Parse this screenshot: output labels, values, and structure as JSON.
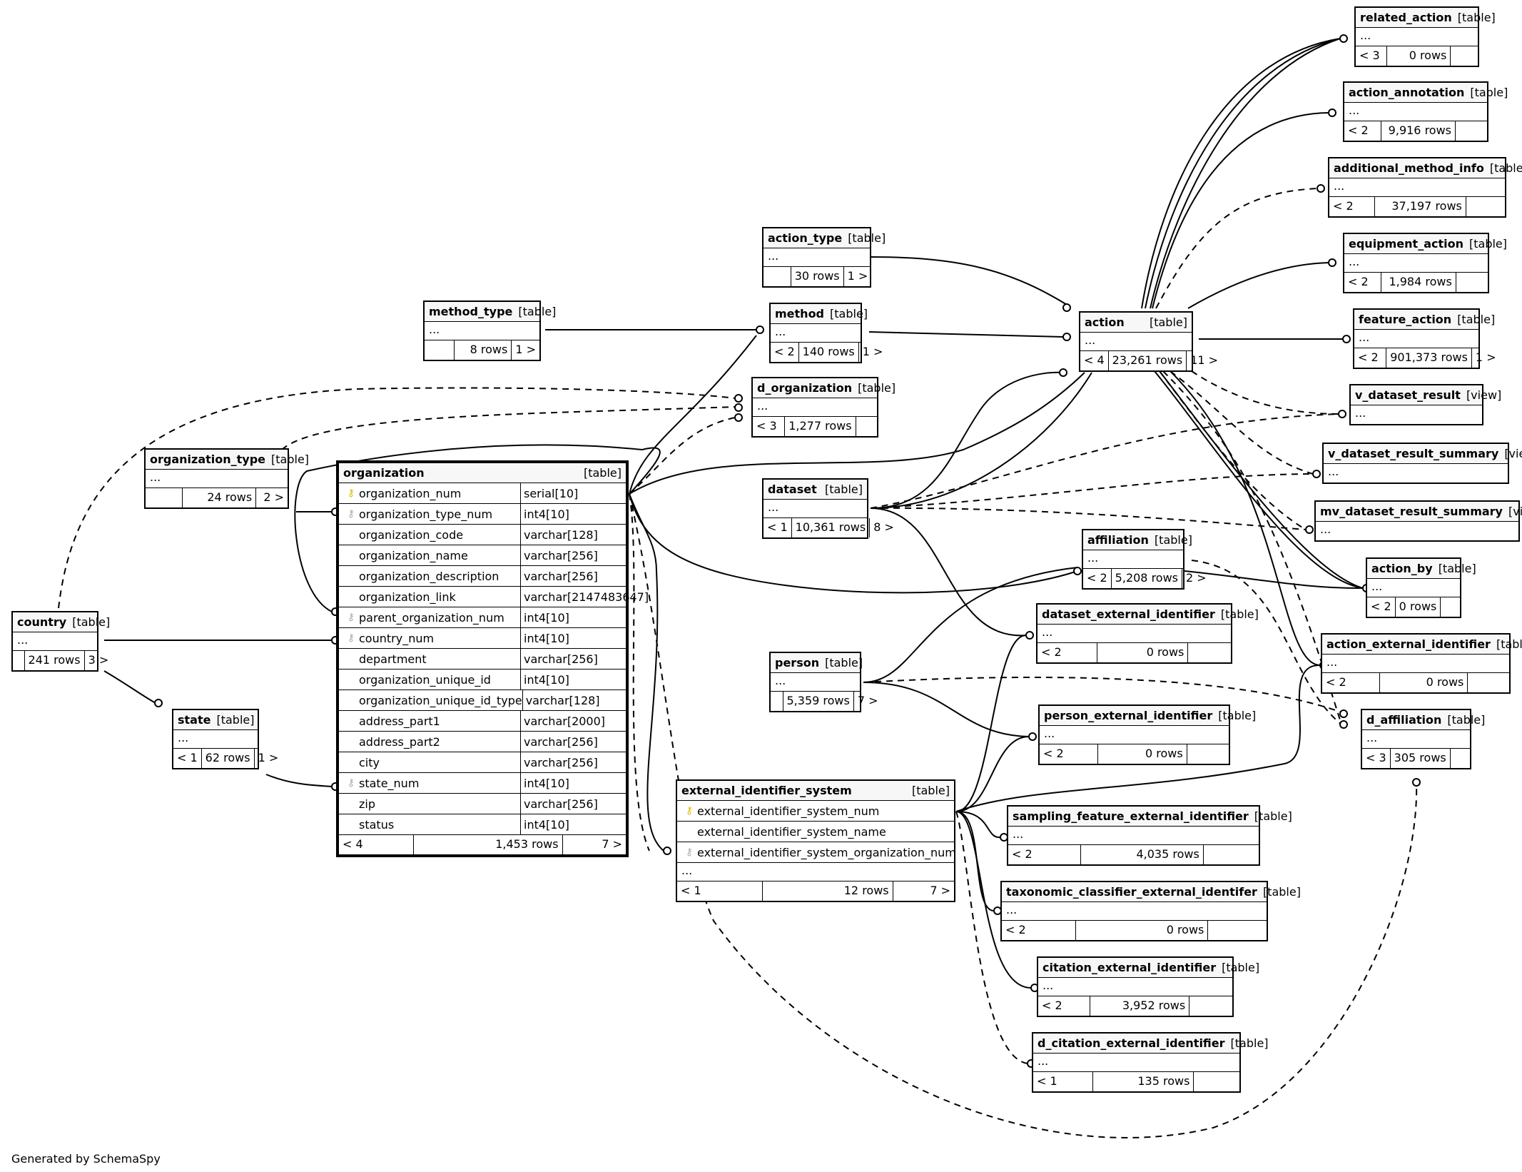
{
  "footer": "Generated by SchemaSpy",
  "tables": {
    "related_action": {
      "name": "related_action",
      "kind": "[table]",
      "f1": "< 3",
      "f2": "0 rows",
      "f3": ""
    },
    "action_annotation": {
      "name": "action_annotation",
      "kind": "[table]",
      "f1": "< 2",
      "f2": "9,916 rows",
      "f3": ""
    },
    "additional_method_info": {
      "name": "additional_method_info",
      "kind": "[table]",
      "f1": "< 2",
      "f2": "37,197 rows",
      "f3": ""
    },
    "equipment_action": {
      "name": "equipment_action",
      "kind": "[table]",
      "f1": "< 2",
      "f2": "1,984 rows",
      "f3": ""
    },
    "feature_action": {
      "name": "feature_action",
      "kind": "[table]",
      "f1": "< 2",
      "f2": "901,373 rows",
      "f3": "1 >"
    },
    "v_dataset_result": {
      "name": "v_dataset_result",
      "kind": "[view]"
    },
    "v_dataset_result_summary": {
      "name": "v_dataset_result_summary",
      "kind": "[view]"
    },
    "mv_dataset_result_summary": {
      "name": "mv_dataset_result_summary",
      "kind": "[view]"
    },
    "action_type": {
      "name": "action_type",
      "kind": "[table]",
      "f1": "",
      "f2": "30 rows",
      "f3": "1 >"
    },
    "action": {
      "name": "action",
      "kind": "[table]",
      "f1": "< 4",
      "f2": "23,261 rows",
      "f3": "11 >"
    },
    "method_type": {
      "name": "method_type",
      "kind": "[table]",
      "f1": "",
      "f2": "8 rows",
      "f3": "1 >"
    },
    "method": {
      "name": "method",
      "kind": "[table]",
      "f1": "< 2",
      "f2": "140 rows",
      "f3": "1 >"
    },
    "d_organization": {
      "name": "d_organization",
      "kind": "[table]",
      "f1": "< 3",
      "f2": "1,277 rows",
      "f3": ""
    },
    "organization_type": {
      "name": "organization_type",
      "kind": "[table]",
      "f1": "",
      "f2": "24 rows",
      "f3": "2 >"
    },
    "dataset": {
      "name": "dataset",
      "kind": "[table]",
      "f1": "< 1",
      "f2": "10,361 rows",
      "f3": "8 >"
    },
    "affiliation": {
      "name": "affiliation",
      "kind": "[table]",
      "f1": "< 2",
      "f2": "5,208 rows",
      "f3": "2 >"
    },
    "action_by": {
      "name": "action_by",
      "kind": "[table]",
      "f1": "< 2",
      "f2": "0 rows",
      "f3": ""
    },
    "country": {
      "name": "country",
      "kind": "[table]",
      "f1": "",
      "f2": "241 rows",
      "f3": "3 >"
    },
    "state": {
      "name": "state",
      "kind": "[table]",
      "f1": "< 1",
      "f2": "62 rows",
      "f3": "1 >"
    },
    "person": {
      "name": "person",
      "kind": "[table]",
      "f1": "",
      "f2": "5,359 rows",
      "f3": "7 >"
    },
    "dataset_external_identifier": {
      "name": "dataset_external_identifier",
      "kind": "[table]",
      "f1": "< 2",
      "f2": "0 rows",
      "f3": ""
    },
    "action_external_identifier": {
      "name": "action_external_identifier",
      "kind": "[table]",
      "f1": "< 2",
      "f2": "0 rows",
      "f3": ""
    },
    "person_external_identifier": {
      "name": "person_external_identifier",
      "kind": "[table]",
      "f1": "< 2",
      "f2": "0 rows",
      "f3": ""
    },
    "d_affiliation": {
      "name": "d_affiliation",
      "kind": "[table]",
      "f1": "< 3",
      "f2": "305 rows",
      "f3": ""
    },
    "sampling_feature_external_identifier": {
      "name": "sampling_feature_external_identifier",
      "kind": "[table]",
      "f1": "< 2",
      "f2": "4,035 rows",
      "f3": ""
    },
    "taxonomic_classifier_external_identifer": {
      "name": "taxonomic_classifier_external_identifer",
      "kind": "[table]",
      "f1": "< 2",
      "f2": "0 rows",
      "f3": ""
    },
    "citation_external_identifier": {
      "name": "citation_external_identifier",
      "kind": "[table]",
      "f1": "< 2",
      "f2": "3,952 rows",
      "f3": ""
    },
    "d_citation_external_identifier": {
      "name": "d_citation_external_identifier",
      "kind": "[table]",
      "f1": "< 1",
      "f2": "135 rows",
      "f3": ""
    }
  },
  "ellipsis": "...",
  "organization": {
    "name": "organization",
    "kind": "[table]",
    "columns": [
      {
        "name": "organization_num",
        "type": "serial[10]",
        "key": "pk"
      },
      {
        "name": "organization_type_num",
        "type": "int4[10]",
        "key": "fk"
      },
      {
        "name": "organization_code",
        "type": "varchar[128]",
        "key": ""
      },
      {
        "name": "organization_name",
        "type": "varchar[256]",
        "key": ""
      },
      {
        "name": "organization_description",
        "type": "varchar[256]",
        "key": ""
      },
      {
        "name": "organization_link",
        "type": "varchar[2147483647]",
        "key": ""
      },
      {
        "name": "parent_organization_num",
        "type": "int4[10]",
        "key": "fk"
      },
      {
        "name": "country_num",
        "type": "int4[10]",
        "key": "fk"
      },
      {
        "name": "department",
        "type": "varchar[256]",
        "key": ""
      },
      {
        "name": "organization_unique_id",
        "type": "int4[10]",
        "key": ""
      },
      {
        "name": "organization_unique_id_type",
        "type": "varchar[128]",
        "key": ""
      },
      {
        "name": "address_part1",
        "type": "varchar[2000]",
        "key": ""
      },
      {
        "name": "address_part2",
        "type": "varchar[256]",
        "key": ""
      },
      {
        "name": "city",
        "type": "varchar[256]",
        "key": ""
      },
      {
        "name": "state_num",
        "type": "int4[10]",
        "key": "fk"
      },
      {
        "name": "zip",
        "type": "varchar[256]",
        "key": ""
      },
      {
        "name": "status",
        "type": "int4[10]",
        "key": ""
      }
    ],
    "f1": "< 4",
    "f2": "1,453 rows",
    "f3": "7 >"
  },
  "external_identifier_system": {
    "name": "external_identifier_system",
    "kind": "[table]",
    "columns": [
      {
        "name": "external_identifier_system_num",
        "key": "pk"
      },
      {
        "name": "external_identifier_system_name",
        "key": ""
      },
      {
        "name": "external_identifier_system_organization_num",
        "key": "fk"
      }
    ],
    "f1": "< 1",
    "f2": "12 rows",
    "f3": "7 >"
  }
}
